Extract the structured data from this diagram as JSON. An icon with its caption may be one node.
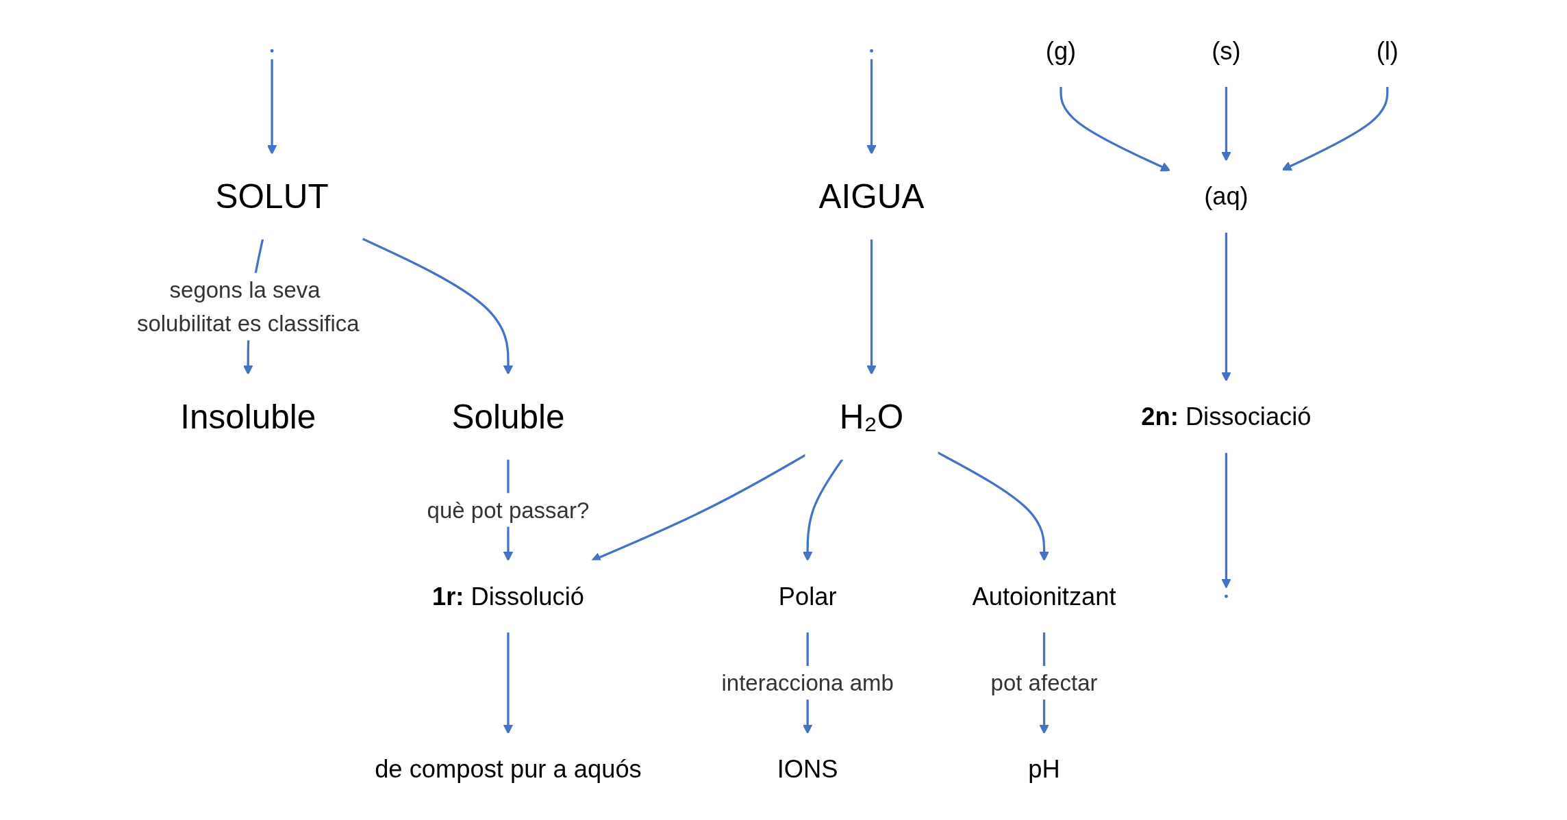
{
  "diagram": {
    "nodes": [
      {
        "text": [
          "SOLUT"
        ]
      },
      {
        "text": [
          "AIGUA"
        ]
      },
      {
        "text": [
          "Insoluble"
        ]
      },
      {
        "text": [
          "Soluble"
        ]
      },
      {
        "text": [
          "H₂O"
        ]
      },
      {
        "text": [
          "Polar"
        ]
      },
      {
        "text": [
          "IONS"
        ]
      },
      {
        "text": [
          "Autoionitzant"
        ]
      },
      {
        "text": [
          "pH"
        ]
      },
      {
        "text": [
          "1r:",
          "Dissolució"
        ]
      },
      {
        "text": [
          "de compost pur a aquós"
        ]
      },
      {
        "text": [
          "(g)"
        ]
      },
      {
        "text": [
          "(s)"
        ]
      },
      {
        "text": [
          "(l)"
        ]
      },
      {
        "text": [
          "(aq)"
        ]
      },
      {
        "text": [
          "2n:",
          "Dissociació"
        ]
      }
    ],
    "edges": [
      {
        "from": null,
        "to": 0,
        "arrow": "to"
      },
      {
        "from": null,
        "to": 1,
        "arrow": "to"
      },
      {
        "from": 0,
        "to": 2,
        "arrow": "to",
        "label": "segons la seva solubilitat es classifica"
      },
      {
        "from": 0,
        "to": 3,
        "arrow": "to"
      },
      {
        "from": 1,
        "to": 4,
        "arrow": "to"
      },
      {
        "from": 4,
        "to": 5,
        "arrow": "to"
      },
      {
        "from": 4,
        "to": 7,
        "arrow": "to"
      },
      {
        "from": 5,
        "to": 6,
        "arrow": "to",
        "label": "interacciona amb"
      },
      {
        "from": 7,
        "to": 8,
        "arrow": "to",
        "label": "pot afectar"
      },
      {
        "from": 3,
        "to": 9,
        "arrow": "to",
        "label": "què pot passar?"
      },
      {
        "from": 4,
        "to": 9,
        "arrow": "to"
      },
      {
        "from": 9,
        "to": 10,
        "arrow": "to"
      },
      {
        "from": 11,
        "to": 14,
        "arrow": "to"
      },
      {
        "from": 12,
        "to": 14,
        "arrow": "to"
      },
      {
        "from": 13,
        "to": 14,
        "arrow": "to"
      },
      {
        "from": 14,
        "to": 15,
        "arrow": "to"
      },
      {
        "from": 15,
        "to": null,
        "arrow": "to"
      }
    ]
  }
}
